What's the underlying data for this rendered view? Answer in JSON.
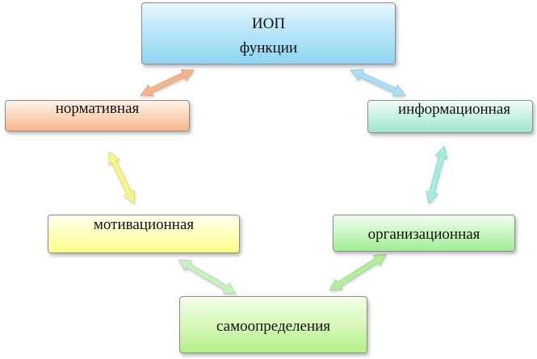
{
  "diagram": {
    "top_node": {
      "line1": "ИОП",
      "line2": "функции"
    },
    "nodes": {
      "normative": "нормативная",
      "informational": "информационная",
      "motivational": "мотивационная",
      "organizational": "организационная",
      "self_determination": "самоопределения"
    },
    "arrow_colors": {
      "top_to_normative": "#f6b48c",
      "top_to_informational": "#a9dff5",
      "normative_to_motivational": "#f5f58a",
      "informational_to_organizational": "#a6ece0",
      "motivational_to_self": "#c9f0c0",
      "organizational_to_self": "#b2ef9a"
    }
  }
}
